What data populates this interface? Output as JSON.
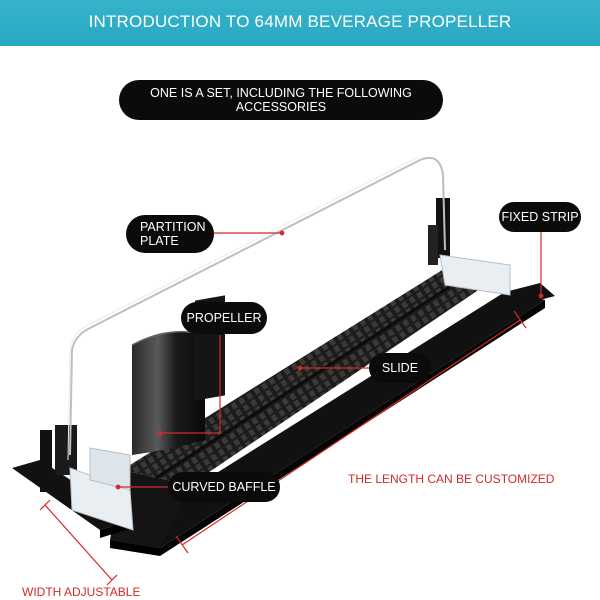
{
  "header": {
    "title": "INTRODUCTION TO 64MM BEVERAGE PROPELLER",
    "subtitle": "ONE IS A SET, INCLUDING THE FOLLOWING ACCESSORIES"
  },
  "callouts": {
    "partition_plate": "PARTITION\nPLATE",
    "fixed_strip": "FIXED STRIP",
    "propeller": "PROPELLER",
    "slide": "SLIDE",
    "curved_baffle": "CURVED BAFFLE"
  },
  "annotations": {
    "length": "THE LENGTH CAN BE CUSTOMIZED",
    "width": "WIDTH ADJUSTABLE"
  },
  "colors": {
    "banner": "#2aa9c2",
    "pill": "#0b0b0b",
    "annotation_red": "#d22a2a"
  }
}
